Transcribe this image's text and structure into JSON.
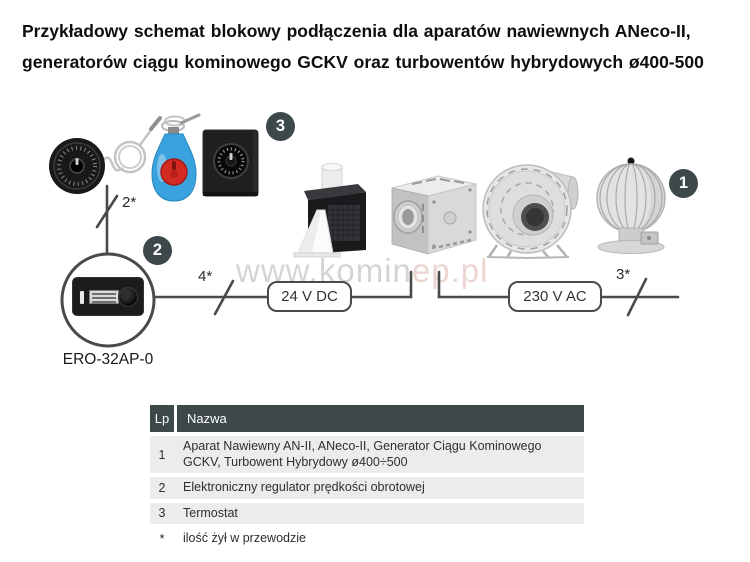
{
  "title": {
    "line1": "Przykładowy schemat blokowy podłączenia dla aparatów nawiewnych ANeco-II,",
    "line2": "generatorów ciągu kominowego GCKV oraz turbowentów hybrydowych ø400-500"
  },
  "diagram": {
    "badge_1": "1",
    "badge_2": "2",
    "badge_3": "3",
    "label_2star": "2*",
    "label_4star": "4*",
    "label_3star": "3*",
    "box_dc": "24 V DC",
    "box_ac": "230 V AC",
    "regulator_model": "ERO-32AP-0",
    "watermark_part1": "www.komin",
    "watermark_part2": "ep.pl"
  },
  "table": {
    "col_lp": "Lp",
    "col_nazwa": "Nazwa",
    "rows": [
      {
        "lp": "1",
        "nazwa": "Aparat Nawiewny AN-II, ANeco-II, Generator Ciągu Kominowego GCKV, Turbowent Hybrydowy ø400÷500"
      },
      {
        "lp": "2",
        "nazwa": "Elektroniczny regulator prędkości obrotowej"
      },
      {
        "lp": "3",
        "nazwa": "Termostat"
      },
      {
        "lp": "*",
        "nazwa": "ilość żył w przewodzie"
      }
    ]
  },
  "colors": {
    "accent_dark": "#3d484a",
    "wire": "#4a4a4b",
    "row_bg": "#ececec"
  }
}
